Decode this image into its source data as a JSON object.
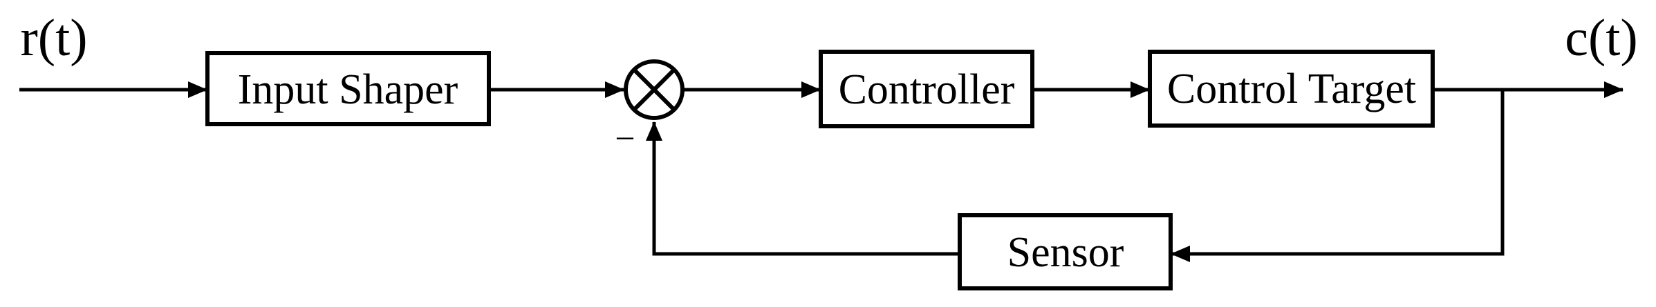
{
  "figure": {
    "type": "feedback-control-block-diagram",
    "background_color": "#ffffff",
    "line_color": "#000000",
    "signals": {
      "input_label": "r(t)",
      "output_label": "c(t)"
    },
    "blocks": {
      "input_shaper": {
        "label": "Input Shaper"
      },
      "controller": {
        "label": "Controller"
      },
      "control_target": {
        "label": "Control Target"
      },
      "sensor": {
        "label": "Sensor"
      }
    },
    "summing_junction": {
      "symbol": "circle-with-cross",
      "feedback_sign": "−"
    },
    "connections": [
      {
        "from": "r(t)",
        "to": "Input Shaper",
        "arrowhead": true
      },
      {
        "from": "Input Shaper",
        "to": "summing-junction",
        "arrowhead": true
      },
      {
        "from": "summing-junction",
        "to": "Controller",
        "arrowhead": true
      },
      {
        "from": "Controller",
        "to": "Control Target",
        "arrowhead": true
      },
      {
        "from": "Control Target",
        "to": "c(t)",
        "arrowhead": true
      },
      {
        "from": "Control Target output branch",
        "to": "Sensor",
        "arrowhead": true
      },
      {
        "from": "Sensor",
        "to": "summing-junction",
        "arrowhead": true,
        "sign": "−"
      }
    ]
  }
}
